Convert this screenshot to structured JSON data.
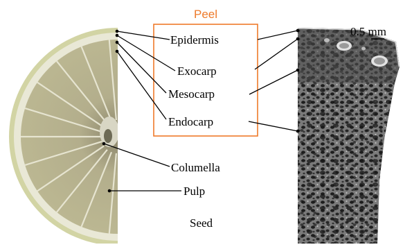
{
  "figure": {
    "peel_title": "Peel",
    "scale_bar_label": "0.5 mm",
    "peel_layers": [
      "Epidermis",
      "Exocarp",
      "Mesocarp",
      "Endocarp"
    ],
    "fruit_parts": [
      "Columella",
      "Pulp",
      "Seed"
    ]
  },
  "colors": {
    "peel_box": "#ee7a2a",
    "leader_line": "#000000",
    "label_text": "#000000",
    "rind_outer": "#c8cc9a",
    "pulp": "#b9b48e",
    "pith": "#e7e6d6",
    "micrograph_bg": "#6a6a6a"
  }
}
